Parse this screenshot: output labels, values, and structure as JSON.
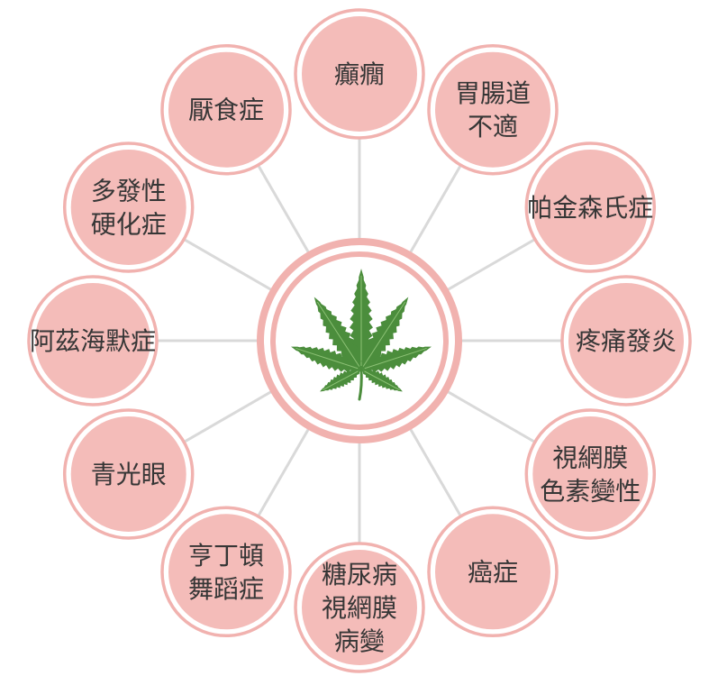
{
  "diagram": {
    "center": {
      "icon": "cannabis-leaf-icon"
    },
    "nodes": [
      {
        "lines": [
          "癲癇"
        ]
      },
      {
        "lines": [
          "胃腸道",
          "不適"
        ]
      },
      {
        "lines": [
          "帕金森氏症"
        ]
      },
      {
        "lines": [
          "疼痛發炎"
        ]
      },
      {
        "lines": [
          "視網膜",
          "色素變性"
        ]
      },
      {
        "lines": [
          "癌症"
        ]
      },
      {
        "lines": [
          "糖尿病",
          "視網膜",
          "病變"
        ]
      },
      {
        "lines": [
          "亨丁頓",
          "舞蹈症"
        ]
      },
      {
        "lines": [
          "青光眼"
        ]
      },
      {
        "lines": [
          "阿茲海默症"
        ]
      },
      {
        "lines": [
          "多發性",
          "硬化症"
        ]
      },
      {
        "lines": [
          "厭食症"
        ]
      }
    ]
  },
  "colors": {
    "background": "#ffffff",
    "node_fill": "#f4bcb9",
    "node_ring": "#f1b2af",
    "center_ring": "#f1b2af",
    "connector": "#d9d9d9",
    "text": "#363636",
    "leaf": "#4b8d3c",
    "leaf_vein": "#8cc175"
  }
}
